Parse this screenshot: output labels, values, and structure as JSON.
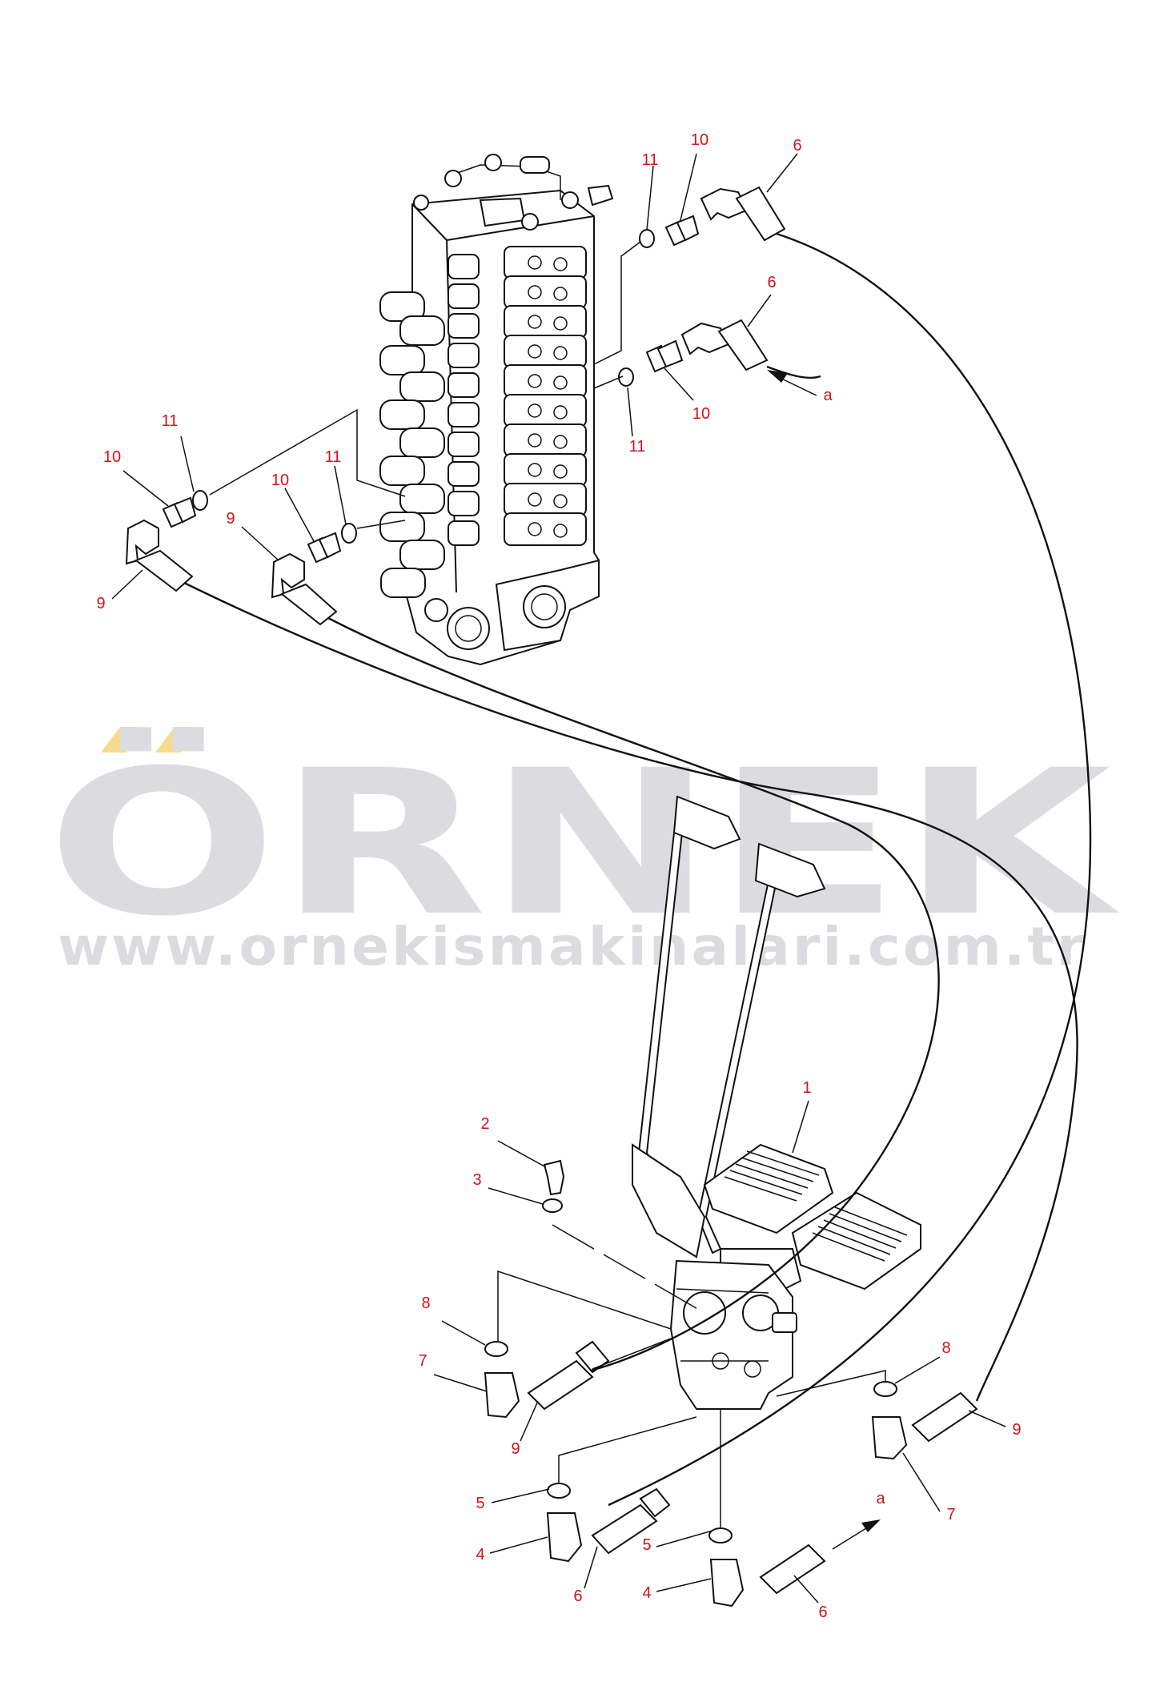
{
  "watermark": {
    "brand": "ÖRNEK",
    "url": "www.ornekismakinalari.com.tr",
    "accent_color": "#f5dc8c",
    "text_color": "#dcdce0"
  },
  "callouts": [
    {
      "id": "c-11a",
      "label": "11"
    },
    {
      "id": "c-10a",
      "label": "10"
    },
    {
      "id": "c-6a",
      "label": "6"
    },
    {
      "id": "c-6b",
      "label": "6"
    },
    {
      "id": "c-a-top",
      "label": "a"
    },
    {
      "id": "c-10b",
      "label": "10"
    },
    {
      "id": "c-11b",
      "label": "11"
    },
    {
      "id": "c-11c",
      "label": "11"
    },
    {
      "id": "c-10c",
      "label": "10"
    },
    {
      "id": "c-11d",
      "label": "11"
    },
    {
      "id": "c-10d",
      "label": "10"
    },
    {
      "id": "c-9a",
      "label": "9"
    },
    {
      "id": "c-9b",
      "label": "9"
    },
    {
      "id": "c-1",
      "label": "1"
    },
    {
      "id": "c-2",
      "label": "2"
    },
    {
      "id": "c-3",
      "label": "3"
    },
    {
      "id": "c-8a",
      "label": "8"
    },
    {
      "id": "c-7a",
      "label": "7"
    },
    {
      "id": "c-9c",
      "label": "9"
    },
    {
      "id": "c-8b",
      "label": "8"
    },
    {
      "id": "c-9d",
      "label": "9"
    },
    {
      "id": "c-7b",
      "label": "7"
    },
    {
      "id": "c-5a",
      "label": "5"
    },
    {
      "id": "c-4a",
      "label": "4"
    },
    {
      "id": "c-6c",
      "label": "6"
    },
    {
      "id": "c-a-bottom",
      "label": "a"
    },
    {
      "id": "c-5b",
      "label": "5"
    },
    {
      "id": "c-4b",
      "label": "4"
    },
    {
      "id": "c-6d",
      "label": "6"
    }
  ]
}
